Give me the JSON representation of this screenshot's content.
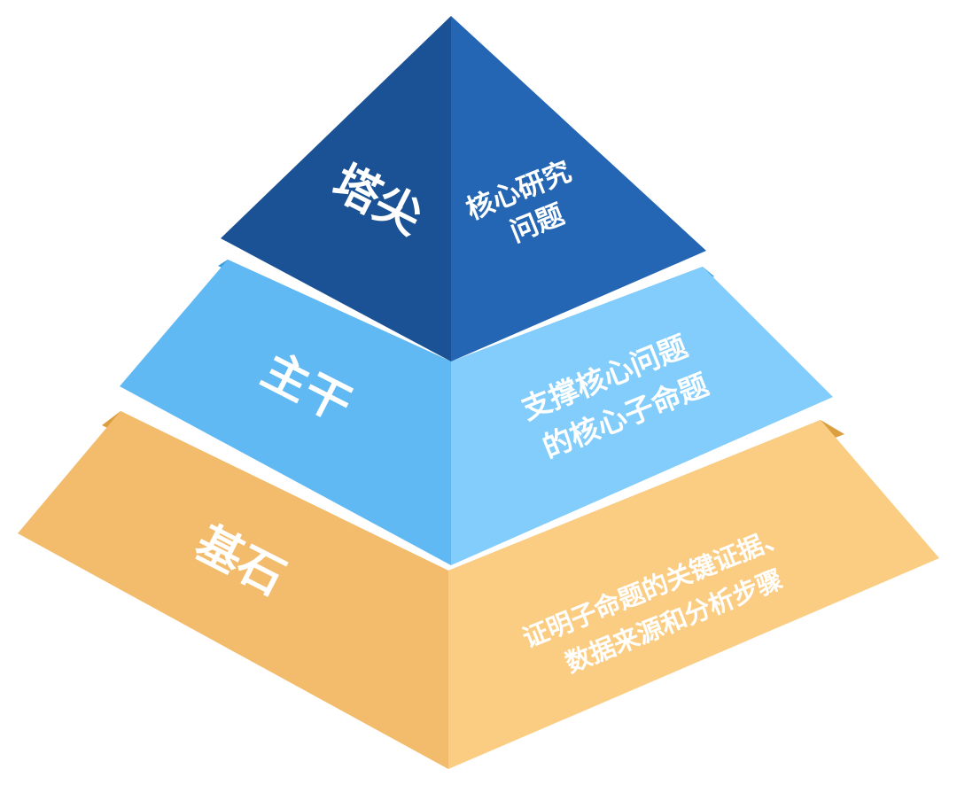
{
  "tiers": [
    {
      "id": "top",
      "title": "塔尖",
      "desc_lines": [
        "核心研究",
        "问题"
      ],
      "colors": {
        "left": "#1b5295",
        "right": "#2466b3"
      }
    },
    {
      "id": "middle",
      "title": "主干",
      "desc_lines": [
        "支撑核心问题",
        "的核心子命题"
      ],
      "colors": {
        "left": "#61b9f3",
        "right": "#82cdfb",
        "edge": "#3a9de0"
      }
    },
    {
      "id": "base",
      "title": "基石",
      "desc_lines": [
        "证明子命题的关键证据、",
        "数据来源和分析步骤"
      ],
      "colors": {
        "left": "#f3bc6c",
        "right": "#fbcd82",
        "edge": "#dc9f3f"
      }
    }
  ]
}
